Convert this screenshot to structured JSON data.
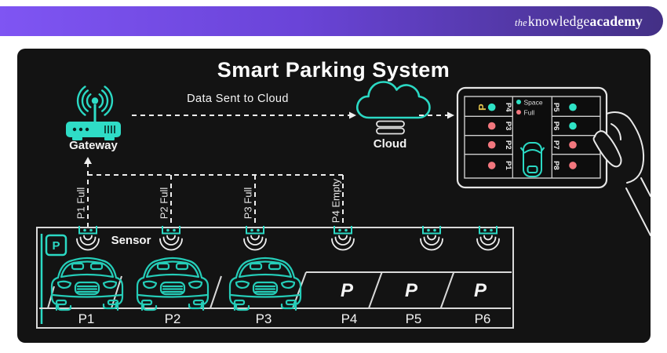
{
  "header": {
    "logo": {
      "the": "the",
      "knowledge": "knowledge",
      "academy": "academy"
    }
  },
  "diagram": {
    "title": "Smart Parking System",
    "gateway": {
      "label": "Gateway"
    },
    "cloud": {
      "label": "Cloud"
    },
    "flow_label": "Data Sent to Cloud",
    "status_messages": [
      "P1 Full",
      "P2 Full",
      "P3 Full",
      "P4 Empty"
    ],
    "app": {
      "legend": {
        "space": "Space",
        "full": "Full"
      },
      "parking_symbol": "P",
      "left": [
        {
          "label": "P4",
          "status": "space",
          "color": "#2fe3c6"
        },
        {
          "label": "P3",
          "status": "full",
          "color": "#f2777e"
        },
        {
          "label": "P2",
          "status": "full",
          "color": "#f2777e"
        },
        {
          "label": "P1",
          "status": "full",
          "color": "#f2777e"
        }
      ],
      "right": [
        {
          "label": "P5",
          "status": "space",
          "color": "#2fe3c6"
        },
        {
          "label": "P6",
          "status": "space",
          "color": "#2fe3c6"
        },
        {
          "label": "P7",
          "status": "full",
          "color": "#f2777e"
        },
        {
          "label": "P8",
          "status": "full",
          "color": "#f2777e"
        }
      ]
    },
    "lot": {
      "sensor_label": "Sensor",
      "sign_symbol": "P",
      "empty_marker": "P",
      "spaces": [
        {
          "label": "P1",
          "state": "occupied"
        },
        {
          "label": "P2",
          "state": "occupied"
        },
        {
          "label": "P3",
          "state": "occupied"
        },
        {
          "label": "P4",
          "state": "empty"
        },
        {
          "label": "P5",
          "state": "empty"
        },
        {
          "label": "P6",
          "state": "empty"
        }
      ]
    },
    "colors": {
      "teal": "#2bd9c4",
      "space_dot": "#2fe3c6",
      "full_dot": "#f2777e",
      "accent_yellow": "#e2c44d",
      "panel_bg": "#131313"
    }
  }
}
